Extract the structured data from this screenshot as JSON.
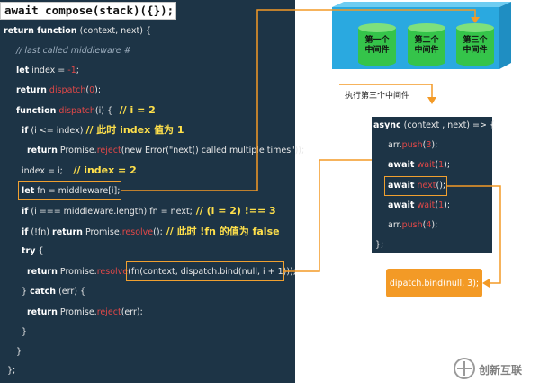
{
  "code_title": "await compose(stack)({});",
  "main_code": {
    "line1": {
      "kw": "return function",
      "rest": " (context, next) {"
    },
    "line2": {
      "comment": "// last called middleware #"
    },
    "line3": {
      "kw": "let",
      "a": " index = ",
      "num": "-1",
      "b": ";"
    },
    "line4": {
      "kw": "return",
      "a": " ",
      "fn": "dispatch",
      "b": "(",
      "num": "0",
      "c": ");"
    },
    "line5": {
      "kw": "function",
      "a": " ",
      "fn": "dispatch",
      "b": "(i) {",
      "ann": "  // i = 2"
    },
    "line6": {
      "kw": "if",
      "a": " (i <= index) ",
      "ann": "// 此时 index 值为 1"
    },
    "line7": {
      "kw": "return",
      "a": " Promise.",
      "fn": "reject",
      "b": "(new Error(\"next() called multiple times\"));"
    },
    "line8": {
      "a": "index = i;",
      "ann": "   // index = 2"
    },
    "line9": {
      "kw": "let",
      "a": " fn = middleware[i];"
    },
    "line10": {
      "kw": "if",
      "a": " (i === middleware.length) fn = next;",
      "ann": " // (i = 2) !== 3"
    },
    "line11": {
      "kw": "if",
      "a": " (!fn) ",
      "kw2": "return",
      "b": " Promise.",
      "fn": "resolve",
      "c": "();",
      "ann": " // 此时 !fn 的值为 false"
    },
    "line12": {
      "kw": "try",
      "a": " {"
    },
    "line13": {
      "kw": "return",
      "a": " Promise.",
      "fn": "resolve",
      "b": "(fn(context, dispatch.bind(null, i + 1)));"
    },
    "line14": {
      "a": "} ",
      "kw": "catch",
      "b": " (err) {"
    },
    "line15": {
      "kw": "return",
      "a": " Promise.",
      "fn": "reject",
      "b": "(err);"
    },
    "line16": "}",
    "line17": "}",
    "line18": "};"
  },
  "cylinders": [
    "第一个\n中间件",
    "第二个\n中间件",
    "第三个\n中间件"
  ],
  "exec_label": "执行第三个中间件",
  "right_code": {
    "line1": {
      "kw": "async",
      "a": " (context , next) => {"
    },
    "line2": {
      "a": "arr.",
      "fn": "push",
      "b": "(",
      "num": "3",
      "c": ");"
    },
    "line3": {
      "kw": "await",
      "a": " ",
      "fn": "wait",
      "b": "(",
      "num": "1",
      "c": ");"
    },
    "line4": {
      "kw": "await",
      "a": " ",
      "fn": "next",
      "b": "();"
    },
    "line5": {
      "kw": "await",
      "a": " ",
      "fn": "wait",
      "b": "(",
      "num": "1",
      "c": ");"
    },
    "line6": {
      "a": "arr.",
      "fn": "push",
      "b": "(",
      "num": "4",
      "c": ");"
    },
    "line7": "};"
  },
  "orange_box_label": "dipatch.bind(null, 3);",
  "logo_text": "创新互联",
  "colors": {
    "code_bg": "#1d3446",
    "accent_orange": "#f39a26",
    "cylinder_green": "#35c44a",
    "box_blue": "#2aa9e0"
  }
}
